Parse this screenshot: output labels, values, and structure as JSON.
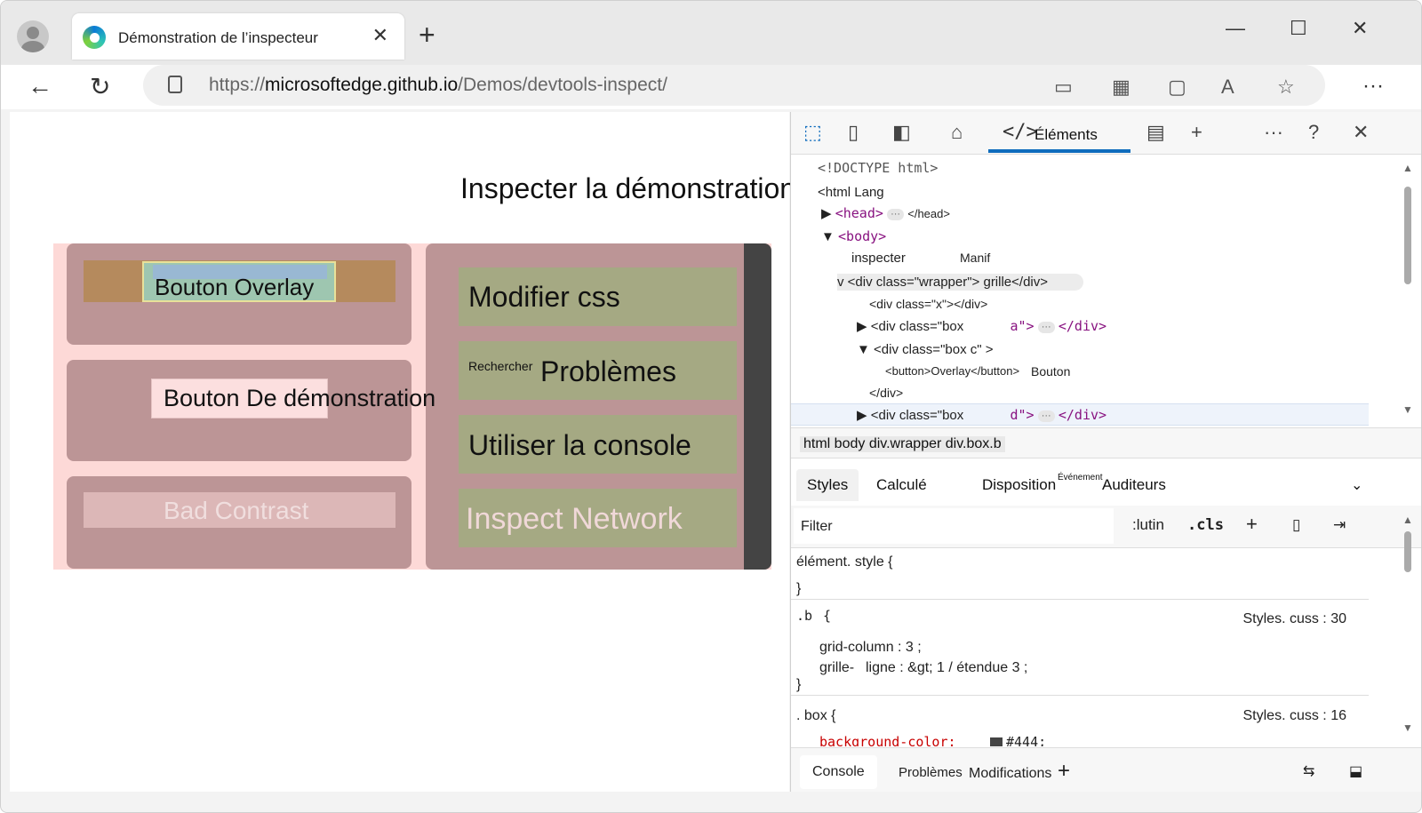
{
  "browser": {
    "tab_title": "Démonstration de l’inspecteur",
    "close_tab": "✕",
    "new_tab": "+",
    "url_prefix": "https://",
    "url_host": "microsoftedge.github.io",
    "url_path": "/Demos/devtools-inspect/"
  },
  "page": {
    "title": "Inspecter la démonstration",
    "overlay_button": "Bouton Overlay",
    "demo_button": "Bouton De démonstration",
    "bad_contrast": "Bad Contrast",
    "edit_css": "Modifier css",
    "search_small": "Rechercher",
    "problems": "Problèmes",
    "use_console": "Utiliser la console",
    "inspect_network": "Inspect Network"
  },
  "devtools": {
    "elements_tab": "Éléments",
    "dom": {
      "doctype": "<!DOCTYPE html>",
      "html": "<html Lang",
      "head_open": "<head>",
      "head_close": "</head>",
      "body": "<body>",
      "inspecter": "inspecter",
      "manif": "Manif",
      "wrapper": "v <div class=\"wrapper\"> grille</div>",
      "div_x": "<div class=\"x\"></div>",
      "div_box_a_open": "<div class=\"box",
      "div_box_a_tail": "a\">",
      "close_div": "</div>",
      "div_box_c": "<div class=\"box c\" >",
      "button_overlay": "<button>Overlay</button>",
      "bouton": "Bouton",
      "div_close_line": "</div>",
      "div_box_d_open": "<div class=\"box",
      "div_box_d_tail": "d\">",
      "ellipsis": "···"
    },
    "breadcrumb": "html body div.wrapper div.box.b",
    "subtabs": {
      "styles": "Styles",
      "computed": "Calculé",
      "layout": "Disposition",
      "event_small": "Événement",
      "listeners": "Auditeurs"
    },
    "filter": {
      "placeholder": "Filter",
      "hov": ":lutin",
      "cls": ".cls"
    },
    "rules": {
      "element_style": "élément. style {",
      "close1": "}",
      "b_selector": ".b",
      "b_brace": "{",
      "b_source": "Styles. cuss : 30",
      "b_prop1": "grid-column : 3 ;",
      "b_prop2_a": "grille-",
      "b_prop2_b": "ligne : &gt; 1 / étendue 3 ;",
      "close2": "}",
      "box_selector": ". box {",
      "box_source": "Styles. cuss : 16",
      "box_prop": "background-color:",
      "box_value": "#444;"
    },
    "drawer": {
      "console": "Console",
      "problems": "Problèmes",
      "changes": "Modifications"
    }
  },
  "colors": {
    "accent": "#0f6cbd",
    "grid_bg": "#fdd9d7",
    "box": "#bc9596",
    "green_button": "#a5a983",
    "dark_bar": "#444444"
  }
}
